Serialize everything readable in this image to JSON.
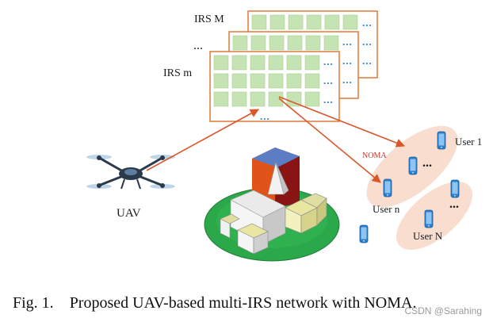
{
  "irs": {
    "label_top": "IRS M",
    "label_mid": "...",
    "label_front": "IRS m",
    "more_cols": "...",
    "more_rows": "..."
  },
  "uav": {
    "label": "UAV"
  },
  "link": {
    "noma": "NOMA"
  },
  "users": {
    "group1_label": "User 1",
    "group1_more": "...",
    "groupn_label": "User n",
    "groupN_label": "User N",
    "groupN_more": "..."
  },
  "caption": {
    "number": "Fig. 1.",
    "text": "Proposed UAV-based multi-IRS network with NOMA."
  },
  "watermark": "CSDN @Sarahing",
  "colors": {
    "irs_border": "#e07838",
    "irs_cell": "#c6e3b4",
    "arrow": "#d9572b",
    "user_ellipse": "#f8d8c8",
    "ground": "#2aa84a",
    "device": "#2a7fd0"
  }
}
